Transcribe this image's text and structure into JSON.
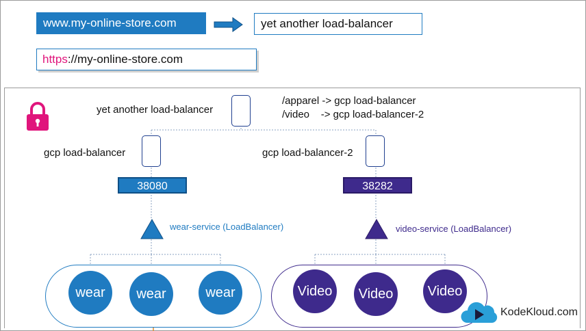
{
  "header": {
    "domain_url": "www.my-online-store.com",
    "lb_label": "yet another load-balancer",
    "https_scheme": "https",
    "https_rest": "://my-online-store.com"
  },
  "cluster": {
    "top_lb_label": "yet another load-balancer",
    "rules": [
      "/apparel -> gcp load-balancer",
      "/video    -> gcp load-balancer-2"
    ],
    "left_lb_label": "gcp load-balancer",
    "right_lb_label": "gcp load-balancer-2",
    "left_port": "38080",
    "right_port": "38282",
    "left_service": "wear-service (LoadBalancer)",
    "right_service": "video-service (LoadBalancer)",
    "left_pods": [
      "wear",
      "wear",
      "wear"
    ],
    "right_pods": [
      "Video",
      "Video",
      "Video"
    ]
  },
  "brand": {
    "name": "KodeKloud.com"
  },
  "colors": {
    "blue": "#1f7bc1",
    "purple": "#3e2a8c",
    "pink": "#e0157c"
  }
}
